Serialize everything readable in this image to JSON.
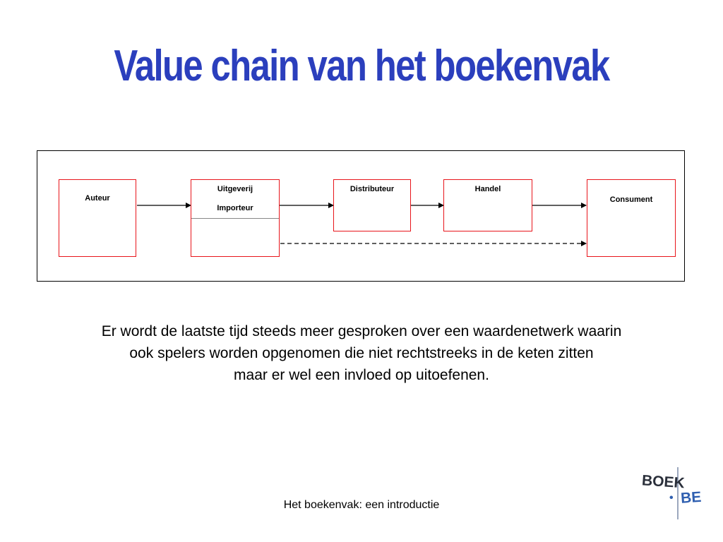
{
  "title": "Value chain van het boekenvak",
  "diagram": {
    "nodes": {
      "auteur": "Auteur",
      "uitgeverij": "Uitgeverij",
      "importeur": "Importeur",
      "distributeur": "Distributeur",
      "handel": "Handel",
      "consument": "Consument"
    },
    "edges": [
      {
        "from": "auteur",
        "to": "uitgeverij",
        "style": "solid"
      },
      {
        "from": "uitgeverij",
        "to": "distributeur",
        "style": "solid"
      },
      {
        "from": "distributeur",
        "to": "handel",
        "style": "solid"
      },
      {
        "from": "handel",
        "to": "consument",
        "style": "solid"
      },
      {
        "from": "importeur",
        "to": "consument",
        "style": "dashed"
      }
    ],
    "colors": {
      "box_border": "#e8151b",
      "frame_border": "#000000",
      "arrow": "#000000"
    }
  },
  "body": {
    "line1": "Er wordt de laatste tijd steeds meer gesproken over een waardenetwerk waarin",
    "line2": "ook spelers worden opgenomen die niet rechtstreeks in de keten zitten",
    "line3": "maar er wel een invloed op uitoefenen."
  },
  "footer": "Het boekenvak: een introductie",
  "logo": {
    "word1": "BOEK",
    "dot": "•",
    "word2": "BE"
  },
  "colors": {
    "title": "#2b3fbd",
    "logo_dark": "#2a2f3a",
    "logo_blue": "#2f5fb0"
  }
}
